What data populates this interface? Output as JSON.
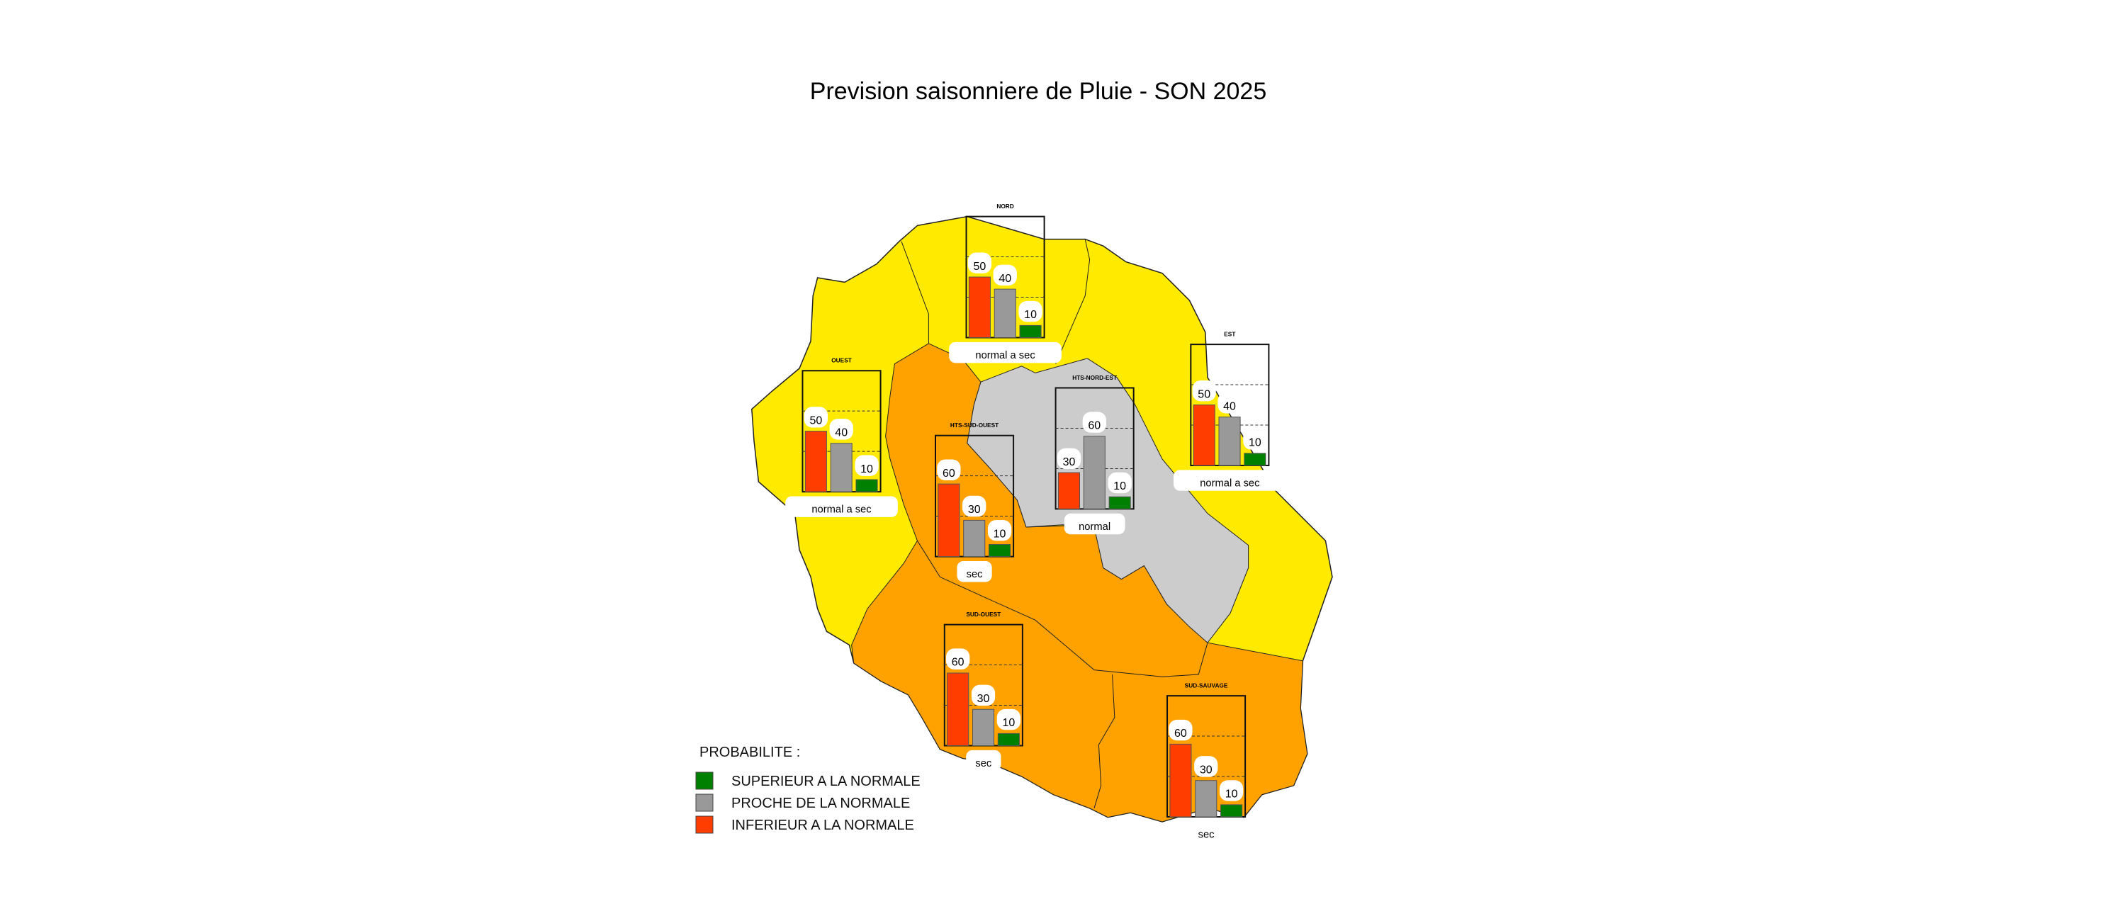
{
  "title": "Prevision saisonniere de  Pluie - SON 2025",
  "colors": {
    "inferieur": "#ff3d00",
    "proche": "#999999",
    "superieur": "#008000",
    "zone_normal_a_sec": "#ffea00",
    "zone_sec": "#ffa200",
    "zone_normal": "#cccccc"
  },
  "regions": [
    {
      "name": "NORD",
      "values": [
        50,
        40,
        10
      ],
      "label": "normal a sec"
    },
    {
      "name": "OUEST",
      "values": [
        50,
        40,
        10
      ],
      "label": "normal a sec"
    },
    {
      "name": "EST",
      "values": [
        50,
        40,
        10
      ],
      "label": "normal a sec"
    },
    {
      "name": "HTS-NORD-EST",
      "values": [
        30,
        60,
        10
      ],
      "label": "normal"
    },
    {
      "name": "HTS-SUD-OUEST",
      "values": [
        60,
        30,
        10
      ],
      "label": "sec"
    },
    {
      "name": "SUD-OUEST",
      "values": [
        60,
        30,
        10
      ],
      "label": "sec"
    },
    {
      "name": "SUD-SAUVAGE",
      "values": [
        60,
        30,
        10
      ],
      "label": "sec"
    }
  ],
  "legend": {
    "title": "PROBABILITE :",
    "items": [
      {
        "label": "SUPERIEUR A LA NORMALE",
        "color": "#008000"
      },
      {
        "label": "PROCHE DE LA NORMALE",
        "color": "#999999"
      },
      {
        "label": "INFERIEUR A LA NORMALE",
        "color": "#ff3d00"
      }
    ]
  }
}
